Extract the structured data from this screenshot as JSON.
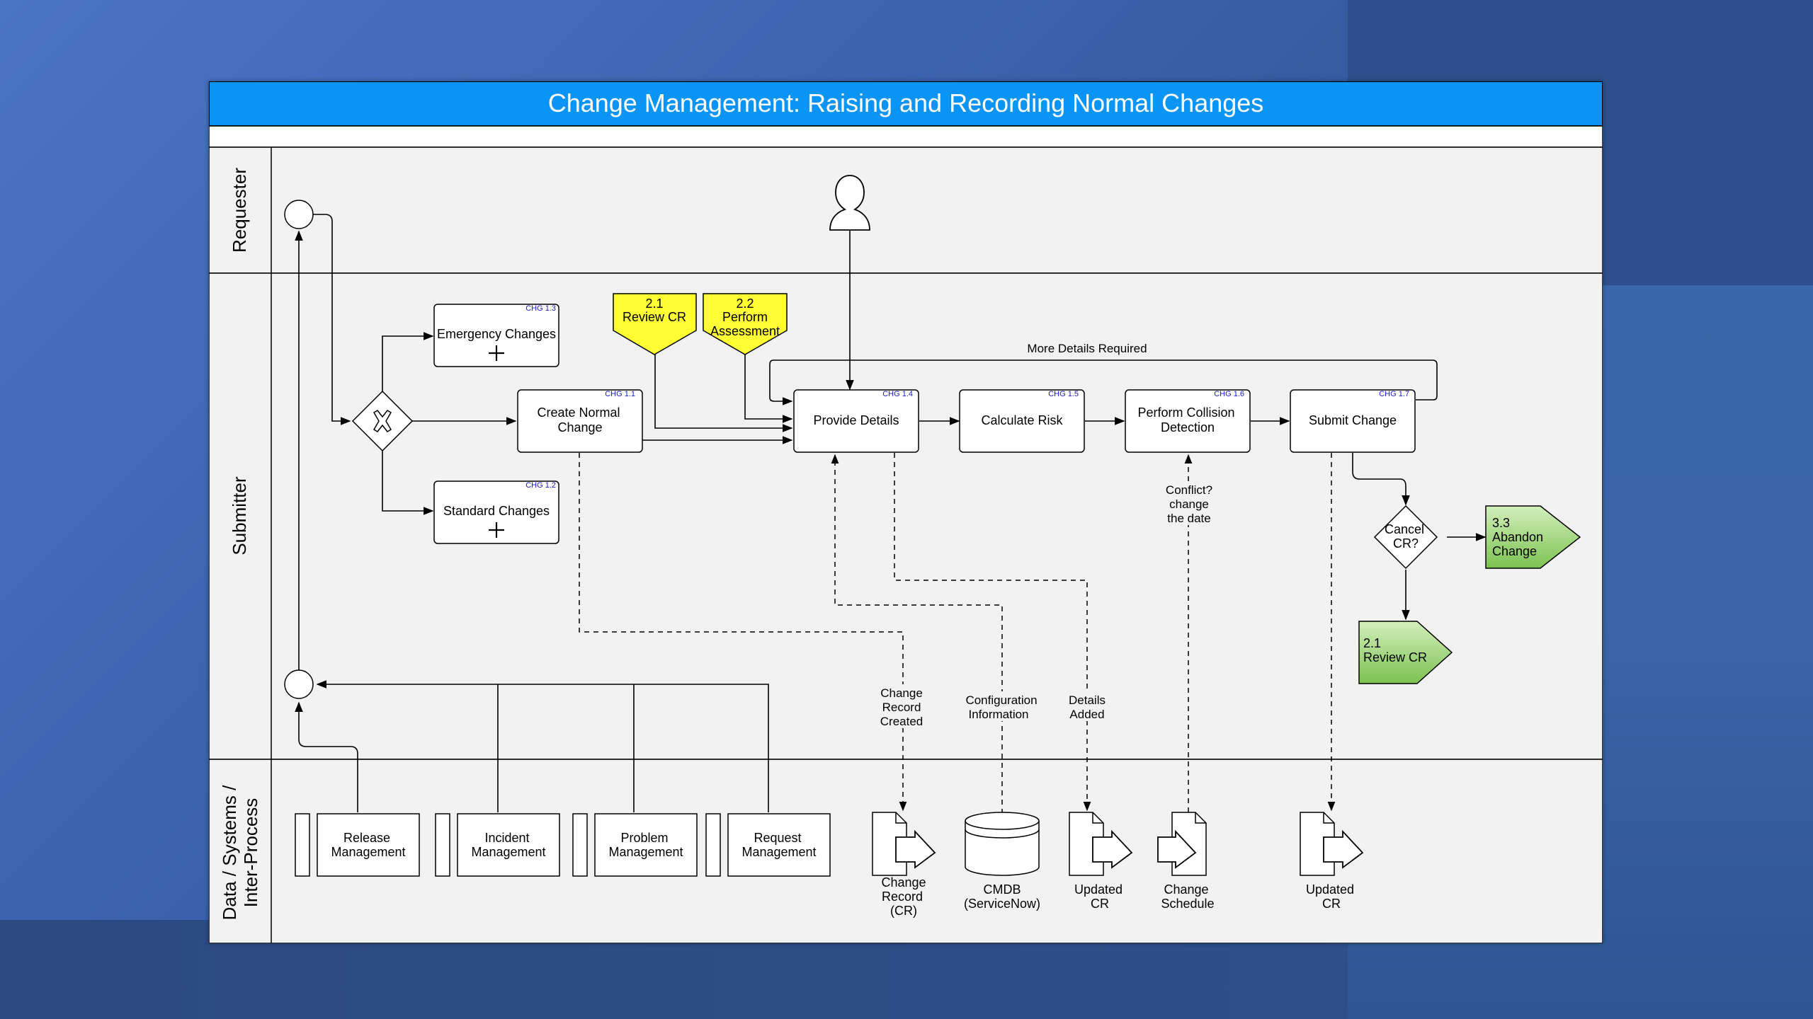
{
  "title": "Change Management: Raising and Recording Normal Changes",
  "lanes": {
    "requester": "Requester",
    "submitter": "Submitter",
    "data_line1": "Data / Systems /",
    "data_line2": "Inter-Process"
  },
  "tasks": {
    "emergency": {
      "label": "Emergency Changes",
      "tag": "CHG 1.3"
    },
    "standard": {
      "label": "Standard Changes",
      "tag": "CHG 1.2"
    },
    "create_normal": {
      "label1": "Create Normal",
      "label2": "Change",
      "tag": "CHG 1.1"
    },
    "provide_details": {
      "label": "Provide Details",
      "tag": "CHG 1.4"
    },
    "calculate_risk": {
      "label": "Calculate Risk",
      "tag": "CHG 1.5"
    },
    "collision": {
      "label1": "Perform Collision",
      "label2": "Detection",
      "tag": "CHG 1.6"
    },
    "submit": {
      "label": "Submit Change",
      "tag": "CHG 1.7"
    }
  },
  "offpage": {
    "review_cr": {
      "line1": "2.1",
      "line2": "Review CR"
    },
    "perform_assessment": {
      "line1": "2.2",
      "line2": "Perform",
      "line3": "Assessment"
    }
  },
  "outcomes": {
    "abandon": {
      "line1": "3.3",
      "line2": "Abandon",
      "line3": "Change"
    },
    "review": {
      "line1": "2.1",
      "line2": "Review CR"
    }
  },
  "gateway_cancel": {
    "line1": "Cancel",
    "line2": "CR?"
  },
  "flow_labels": {
    "more_details": "More Details Required",
    "conflict1": "Conflict?",
    "conflict2": "change",
    "conflict3": "the date",
    "change_record1": "Change",
    "change_record2": "Record",
    "change_record3": "Created",
    "config1": "Configuration",
    "config2": "Information",
    "details1": "Details",
    "details2": "Added"
  },
  "processes": {
    "release": {
      "line1": "Release",
      "line2": "Management"
    },
    "incident": {
      "line1": "Incident",
      "line2": "Management"
    },
    "problem": {
      "line1": "Problem",
      "line2": "Management"
    },
    "request": {
      "line1": "Request",
      "line2": "Management"
    }
  },
  "artifacts": {
    "change_record": {
      "line1": "Change",
      "line2": "Record",
      "line3": "(CR)"
    },
    "cmdb": {
      "line1": "CMDB",
      "line2": "(ServiceNow)"
    },
    "updated_cr1": {
      "line1": "Updated",
      "line2": "CR"
    },
    "change_schedule": {
      "line1": "Change",
      "line2": "Schedule"
    },
    "updated_cr2": {
      "line1": "Updated",
      "line2": "CR"
    }
  },
  "colors": {
    "title_bar": "#0a94f5",
    "lane_bg": "#f2f2f2",
    "offpage_yellow": "#ffff33",
    "outcome_green": "#8fcc66"
  }
}
